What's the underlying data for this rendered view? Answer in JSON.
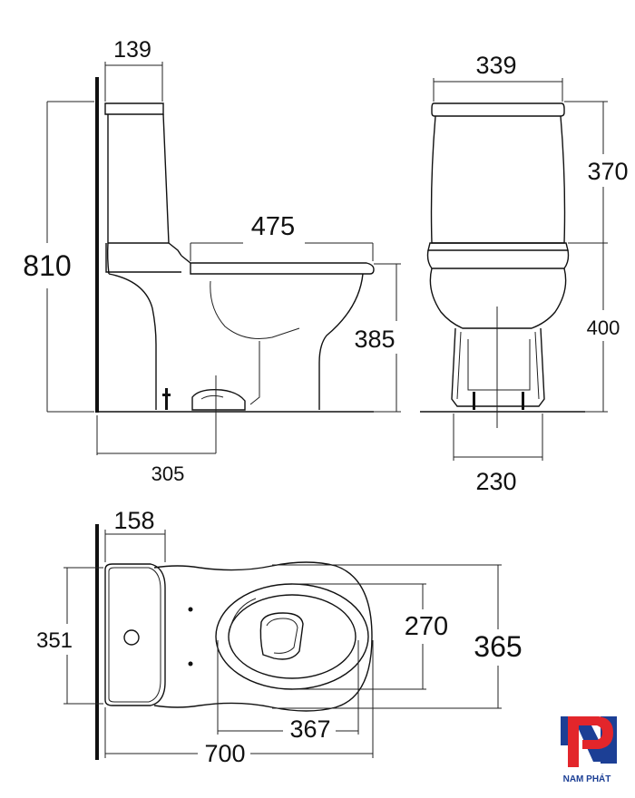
{
  "dimensions": {
    "side": {
      "tank_depth": "139",
      "total_height": "810",
      "bowl_length": "475",
      "seat_height": "385",
      "rough_in": "305"
    },
    "front": {
      "tank_width": "339",
      "tank_height": "370",
      "base_height": "400",
      "foot_width": "230"
    },
    "top": {
      "tank_depth": "158",
      "tank_width": "351",
      "seat_width": "270",
      "overall_width": "365",
      "seat_length": "367",
      "overall_length": "700"
    }
  },
  "brand": {
    "name": "NAM PHÁT",
    "colors": {
      "red": "#e3262b",
      "blue": "#1c3f95"
    }
  }
}
